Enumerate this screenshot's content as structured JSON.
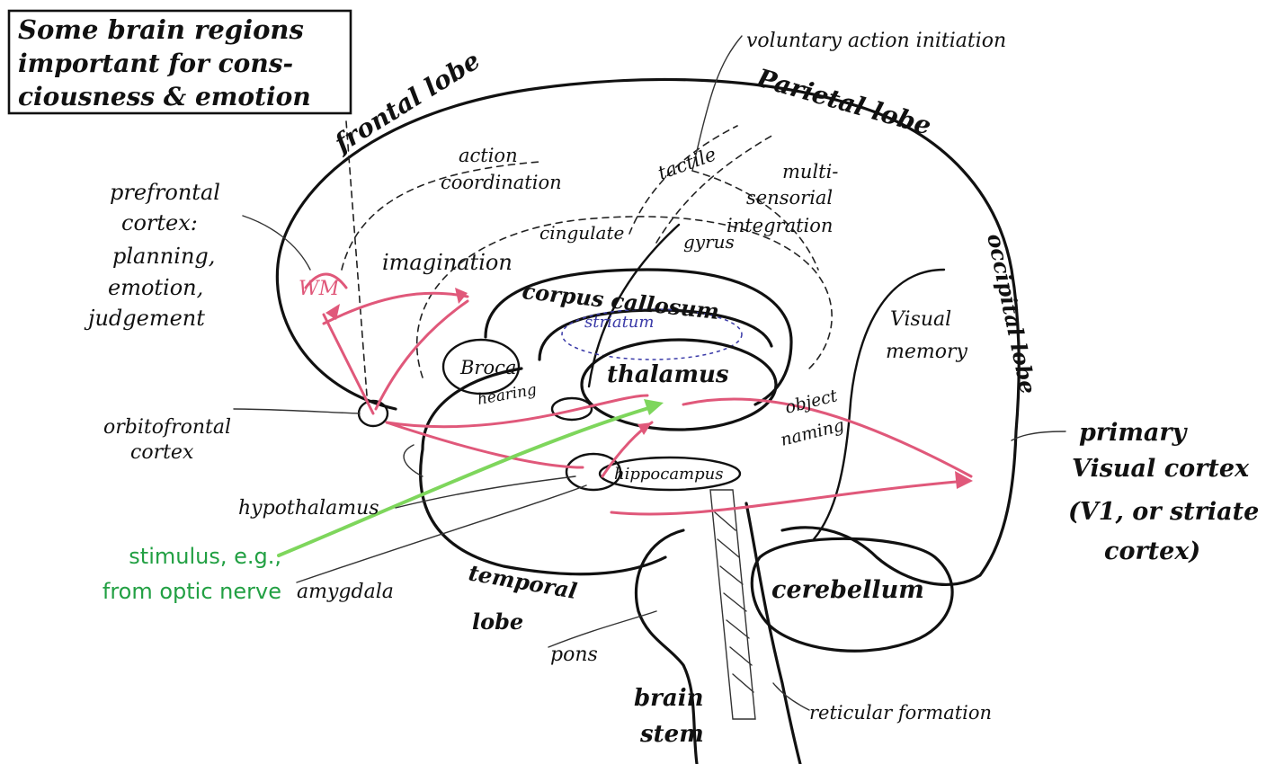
{
  "title": [
    "Some brain regions",
    "important for cons-",
    "ciousness & emotion"
  ],
  "labels": {
    "voluntary_action": "voluntary action initiation",
    "frontal_lobe": "frontal lobe",
    "parietal_lobe": "Parietal lobe",
    "occipital_lobe": "occipital lobe",
    "prefrontal": [
      "prefrontal",
      "cortex:",
      "planning,",
      "emotion,",
      "judgement"
    ],
    "action_coordination": [
      "action",
      "coordination"
    ],
    "tactile": "tactile",
    "multisensorial": [
      "multi-",
      "sensorial",
      "integration"
    ],
    "cingulate": "cingulate",
    "gyrus": "gyrus",
    "imagination": "imagination",
    "wm": "WM",
    "corpus_callosum": "corpus callosum",
    "striatum": "striatum",
    "visual_memory": [
      "Visual",
      "memory"
    ],
    "broca": "Broca",
    "hearing": "hearing",
    "thalamus": "thalamus",
    "object_naming": [
      "object",
      "naming"
    ],
    "hippocampus": "hippocampus",
    "orbitofrontal": [
      "orbitofrontal",
      "cortex"
    ],
    "primary_visual": [
      "primary",
      "Visual cortex",
      "(V1, or striate",
      "cortex)"
    ],
    "hypothalamus": "hypothalamus",
    "amygdala": "amygdala",
    "temporal_lobe": [
      "temporal",
      "lobe"
    ],
    "cerebellum": "cerebellum",
    "pons": "pons",
    "brain_stem": [
      "brain",
      "stem"
    ],
    "reticular_formation": "reticular formation"
  },
  "stimulus": [
    "stimulus, e.g.,",
    "from optic nerve"
  ],
  "colors": {
    "ink": "#111111",
    "pathway": "#e0587a",
    "stimulus": "#22a043",
    "striatum": "#3a3aa8"
  }
}
